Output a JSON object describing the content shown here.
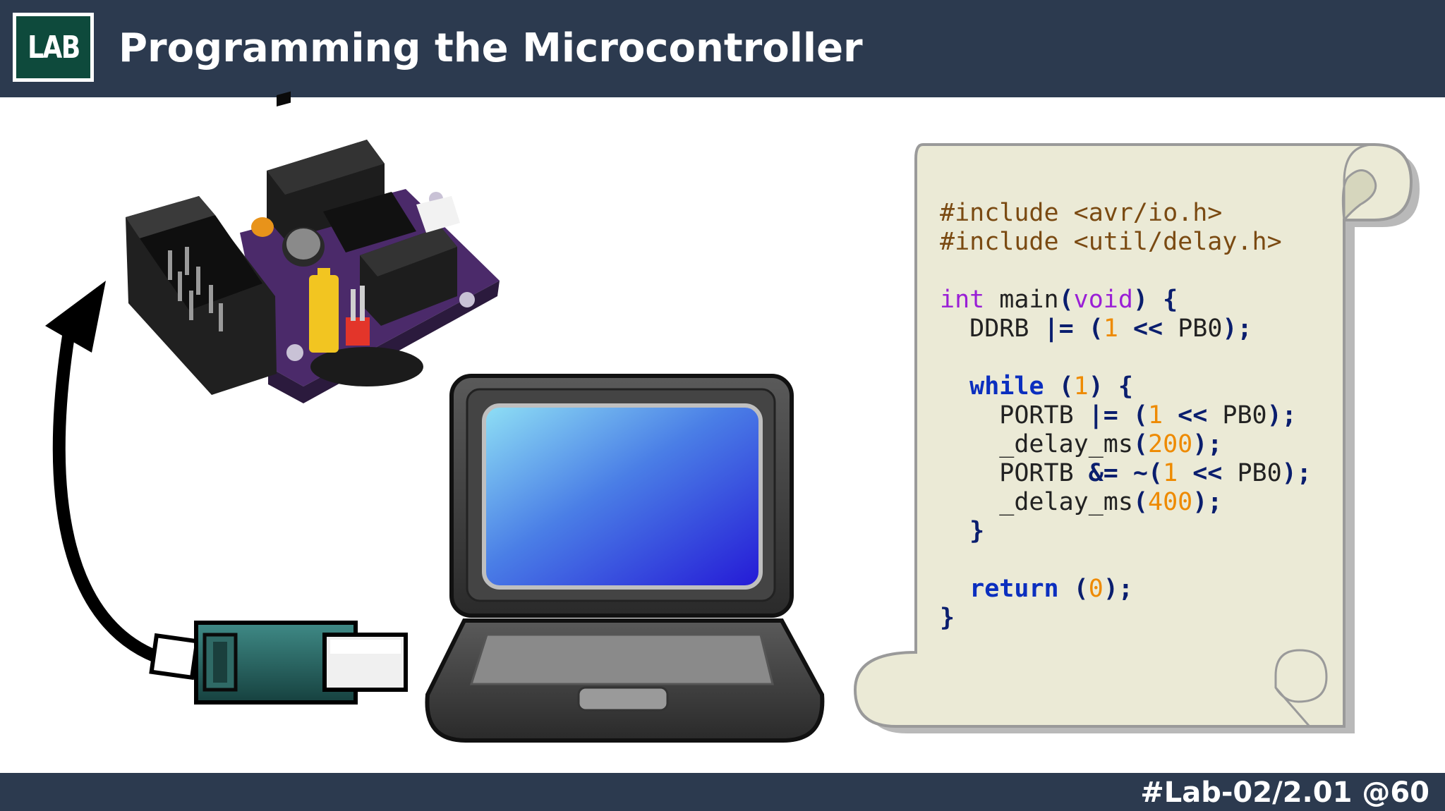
{
  "header": {
    "logo_text": "LAB",
    "title": "Programming the Microcontroller"
  },
  "footer": {
    "slide_ref": "#Lab-02/2.01 @60"
  },
  "illustration": {
    "items": [
      "microcontroller-board",
      "curved-arrow",
      "usb-programmer",
      "laptop",
      "code-scroll"
    ],
    "laptop_screen_gradient": [
      "#8fe0f5",
      "#4a7ee6",
      "#2419d6"
    ],
    "scroll_color": "#ebead6"
  },
  "code": {
    "lines": [
      [
        {
          "t": "#include <avr/io.h>",
          "c": "pp"
        }
      ],
      [
        {
          "t": "#include <util/delay.h>",
          "c": "pp"
        }
      ],
      [],
      [
        {
          "t": "int",
          "c": "kw"
        },
        {
          "t": " main",
          "c": "tx"
        },
        {
          "t": "(",
          "c": "op"
        },
        {
          "t": "void",
          "c": "kw"
        },
        {
          "t": ") {",
          "c": "op"
        }
      ],
      [
        {
          "t": "  DDRB ",
          "c": "tx"
        },
        {
          "t": "|= (",
          "c": "op"
        },
        {
          "t": "1",
          "c": "nm"
        },
        {
          "t": " << ",
          "c": "op"
        },
        {
          "t": "PB0",
          "c": "tx"
        },
        {
          "t": ");",
          "c": "op"
        }
      ],
      [],
      [
        {
          "t": "  ",
          "c": "tx"
        },
        {
          "t": "while",
          "c": "kb"
        },
        {
          "t": " (",
          "c": "op"
        },
        {
          "t": "1",
          "c": "nm"
        },
        {
          "t": ") {",
          "c": "op"
        }
      ],
      [
        {
          "t": "    PORTB ",
          "c": "tx"
        },
        {
          "t": "|= (",
          "c": "op"
        },
        {
          "t": "1",
          "c": "nm"
        },
        {
          "t": " << ",
          "c": "op"
        },
        {
          "t": "PB0",
          "c": "tx"
        },
        {
          "t": ");",
          "c": "op"
        }
      ],
      [
        {
          "t": "    _delay_ms",
          "c": "tx"
        },
        {
          "t": "(",
          "c": "op"
        },
        {
          "t": "200",
          "c": "nm"
        },
        {
          "t": ");",
          "c": "op"
        }
      ],
      [
        {
          "t": "    PORTB ",
          "c": "tx"
        },
        {
          "t": "&= ~(",
          "c": "op"
        },
        {
          "t": "1",
          "c": "nm"
        },
        {
          "t": " << ",
          "c": "op"
        },
        {
          "t": "PB0",
          "c": "tx"
        },
        {
          "t": ");",
          "c": "op"
        }
      ],
      [
        {
          "t": "    _delay_ms",
          "c": "tx"
        },
        {
          "t": "(",
          "c": "op"
        },
        {
          "t": "400",
          "c": "nm"
        },
        {
          "t": ");",
          "c": "op"
        }
      ],
      [
        {
          "t": "  }",
          "c": "op"
        }
      ],
      [],
      [
        {
          "t": "  ",
          "c": "tx"
        },
        {
          "t": "return",
          "c": "kb"
        },
        {
          "t": " (",
          "c": "op"
        },
        {
          "t": "0",
          "c": "nm"
        },
        {
          "t": ");",
          "c": "op"
        }
      ],
      [
        {
          "t": "}",
          "c": "op"
        }
      ]
    ]
  }
}
